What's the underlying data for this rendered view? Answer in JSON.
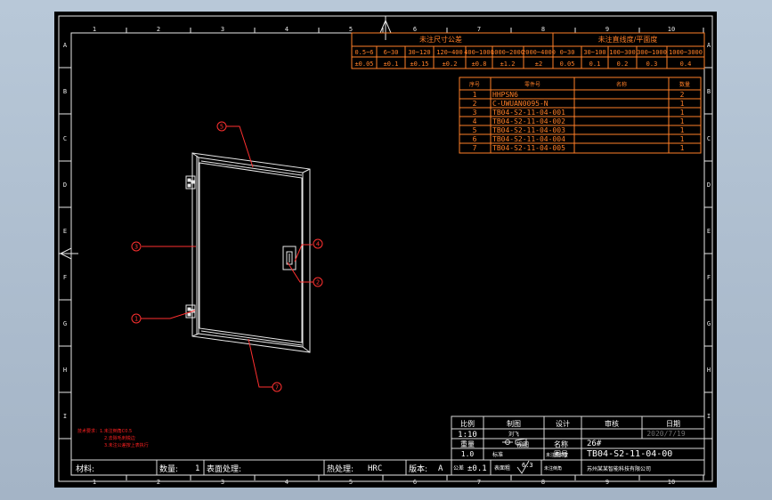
{
  "colors": {
    "background": "#000000",
    "frame": "#e8e8e8",
    "table_orange": "#ff7f27",
    "title_block": "#d8d8d8",
    "text_white": "#ffffff",
    "note_red": "#ff2020",
    "date_gray": "#707070"
  },
  "grid": {
    "columns": [
      "1",
      "2",
      "3",
      "4",
      "5",
      "6",
      "7",
      "8",
      "9",
      "10"
    ],
    "rows": [
      "A",
      "B",
      "C",
      "D",
      "E",
      "F",
      "G",
      "H",
      "I"
    ]
  },
  "tolerance": {
    "linear_title": "未注尺寸公差",
    "geo_title": "未注直线度/平面度",
    "linear_ranges": [
      "0.5~6",
      "6~30",
      "30~120",
      "120~400",
      "400~1000",
      "1000~2000",
      "2000~4000"
    ],
    "linear_values": [
      "±0.05",
      "±0.1",
      "±0.15",
      "±0.2",
      "±0.8",
      "±1.2",
      "±2"
    ],
    "geo_ranges": [
      "0~30",
      "30~100",
      "100~300",
      "300~1000",
      "1000~3000"
    ],
    "geo_values": [
      "0.05",
      "0.1",
      "0.2",
      "0.3",
      "0.4"
    ]
  },
  "bom": {
    "headers": [
      "序号",
      "零件号",
      "名称",
      "数量"
    ],
    "rows": [
      {
        "no": "1",
        "part": "HHPSN6",
        "name": "",
        "qty": "2"
      },
      {
        "no": "2",
        "part": "C-UWUAN0095-N",
        "name": "",
        "qty": "1"
      },
      {
        "no": "3",
        "part": "TB04-S2-11-04-001",
        "name": "",
        "qty": "1"
      },
      {
        "no": "4",
        "part": "TB04-S2-11-04-002",
        "name": "",
        "qty": "1"
      },
      {
        "no": "5",
        "part": "TB04-S2-11-04-003",
        "name": "",
        "qty": "1"
      },
      {
        "no": "6",
        "part": "TB04-S2-11-04-004",
        "name": "",
        "qty": "1"
      },
      {
        "no": "7",
        "part": "TB04-S2-11-04-005",
        "name": "",
        "qty": "1"
      }
    ]
  },
  "balloons": [
    "1",
    "2",
    "3",
    "4",
    "5",
    "7"
  ],
  "notes": [
    "技术要求：1.未注倒角C0.5",
    "2.去除毛刺锐边",
    "3.未注公差按上表执行"
  ],
  "title_block": {
    "scale_label": "比例",
    "scale_value": "1:10",
    "drawn_label": "制图",
    "drawn_by": "刘飞",
    "designed_label": "设计",
    "checked_label": "审核",
    "date_label": "日期",
    "date_value": "2020/7/19",
    "weight_label": "重量",
    "weight_value": "1.0",
    "projection_label": "视图",
    "name_label": "名称",
    "name_value": "26#",
    "drawing_no_label": "图号",
    "drawing_no_value": "TB04-S2-11-04-00",
    "standard_label": "标准",
    "standard_value": "未注粗糙度",
    "material_label": "材料:",
    "quantity_label": "数量:",
    "quantity_value": "1",
    "surface_label": "表面处理:",
    "heat_label": "热处理:",
    "heat_value": "HRC",
    "version_label": "版本:",
    "version_value": "A",
    "tol_label": "公差",
    "tol_value": "±0.1",
    "ra_label": "表面粗",
    "ra_value": "6.3",
    "unmarked_label": "未注倒角",
    "company": "苏州某某智能科技有限公司"
  }
}
